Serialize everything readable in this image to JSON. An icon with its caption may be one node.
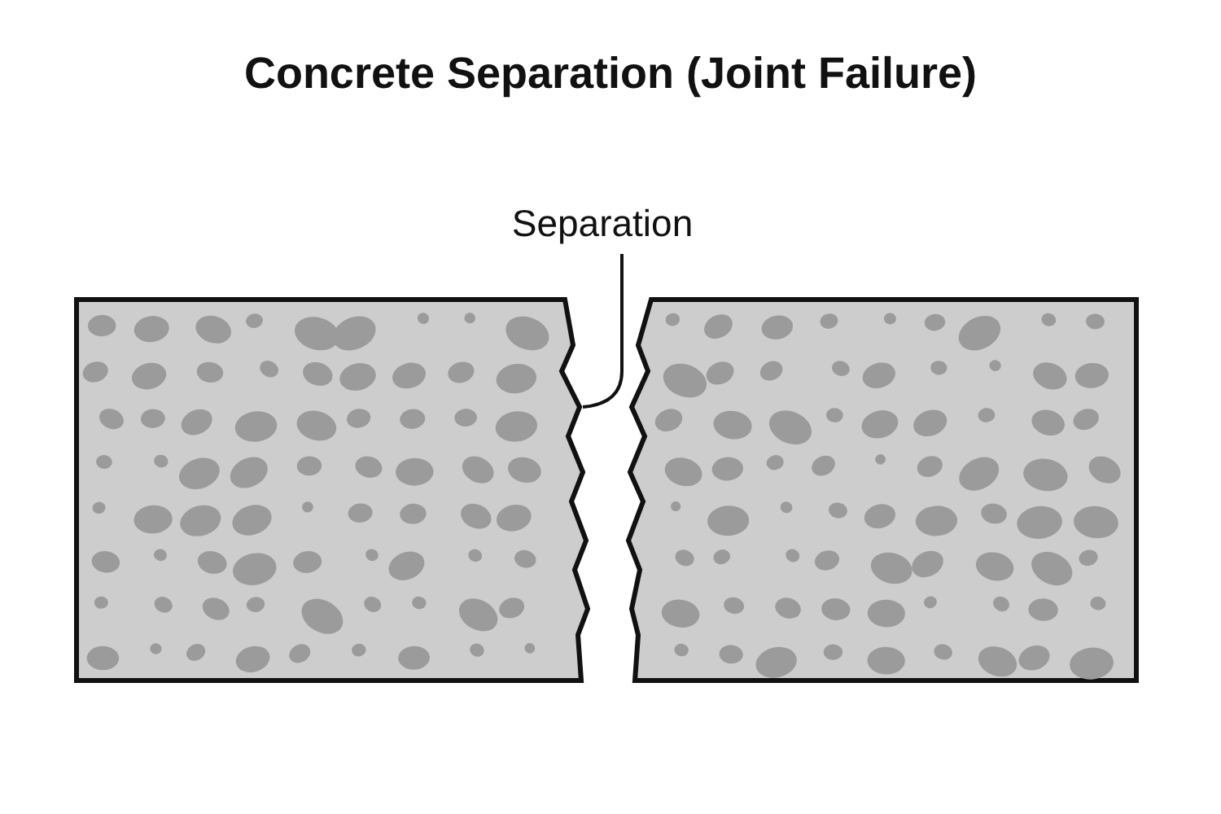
{
  "diagram": {
    "title": "Concrete Separation (Joint Failure)",
    "nodes": [
      {
        "text": [
          "Separation"
        ]
      },
      {
        "text": [],
        "shape": "box"
      },
      {
        "text": [],
        "shape": "box"
      }
    ],
    "edges": [
      {
        "from": 0,
        "to": 1,
        "arrow": "none"
      }
    ]
  }
}
